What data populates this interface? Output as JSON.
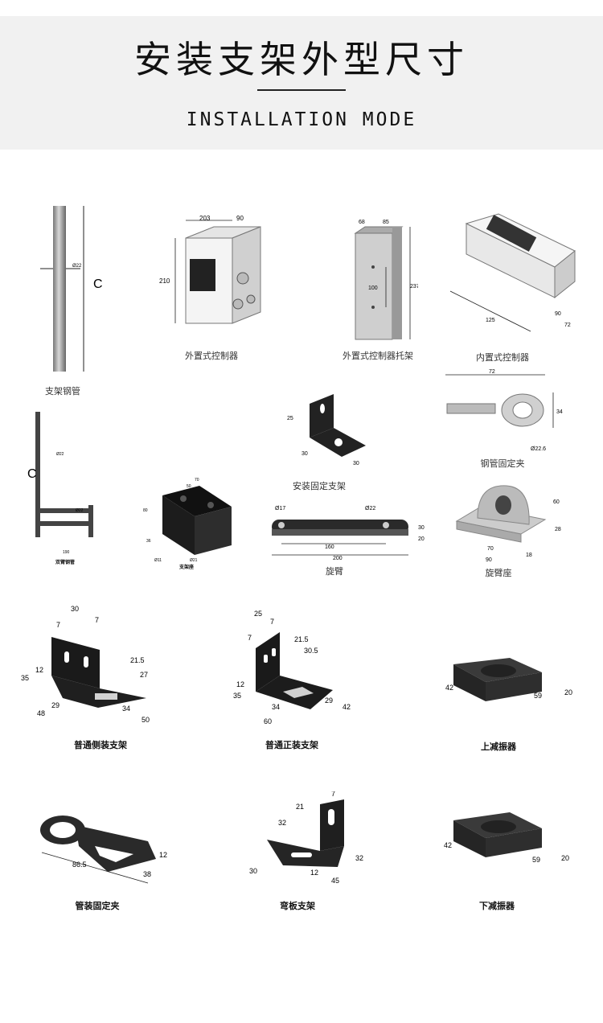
{
  "header": {
    "title": "安装支架外型尺寸",
    "subtitle": "INSTALLATION MODE"
  },
  "colors": {
    "header_bg": "#f1f1f1",
    "dark_part": "#2a2a2a",
    "steel": "#9a9a9a"
  },
  "items": {
    "steel_pipe": {
      "caption": "支架钢管",
      "label_c": "C",
      "dim_d": "Ø22"
    },
    "ext_controller": {
      "caption": "外置式控制器",
      "w": "203",
      "d": "90",
      "h": "210"
    },
    "ext_bracket": {
      "caption": "外置式控制器托架",
      "w1": "68",
      "w2": "85",
      "h": "237",
      "hole": "100"
    },
    "int_controller": {
      "caption": "内置式控制器",
      "l": "125",
      "h": "72",
      "d": "90"
    },
    "mount_bracket": {
      "caption": "安装固定支架",
      "h": "25",
      "d1": "30",
      "d2": "30"
    },
    "pipe_clamp": {
      "caption": "钢管固定夹",
      "w": "72",
      "h": "34",
      "hole": "Ø22.6"
    },
    "double_pipe": {
      "caption": "双臂钢管",
      "label_c": "C",
      "d1": "Ø22",
      "d2": "Ø22",
      "w": "190"
    },
    "bracket_seat": {
      "caption": "支架座",
      "w": "70",
      "w2": "50",
      "h": "80",
      "h2": "36",
      "hole1": "Ø11",
      "hole2": "Ø21"
    },
    "rotary_arm": {
      "caption": "旋臂",
      "h1": "Ø17",
      "h2": "Ø22",
      "l1": "160",
      "l2": "200",
      "t1": "30",
      "t2": "20"
    },
    "arm_seat": {
      "caption": "旋臂座",
      "h": "60",
      "h2": "28",
      "w1": "70",
      "w2": "90",
      "t": "18"
    },
    "side_bracket": {
      "caption": "普通侧装支架",
      "w": "30",
      "s1": "7",
      "s2": "7",
      "h1": "35",
      "h2": "12",
      "d1": "21.5",
      "d2": "27",
      "b1": "48",
      "b2": "29",
      "b3": "34",
      "b4": "50"
    },
    "front_bracket": {
      "caption": "普通正装支架",
      "w1": "25",
      "s1": "7",
      "s2": "7",
      "d1": "21.5",
      "d2": "30.5",
      "h1": "12",
      "h2": "35",
      "b1": "34",
      "b2": "29",
      "b3": "42",
      "b4": "60"
    },
    "upper_damper": {
      "caption": "上减振器",
      "l": "42",
      "w": "59",
      "h": "20"
    },
    "tube_clamp": {
      "caption": "管装固定夹",
      "l": "86.5",
      "w": "38",
      "h": "12"
    },
    "bend_bracket": {
      "caption": "弯板支架",
      "h1": "21",
      "s": "7",
      "w1": "32",
      "h2": "32",
      "d1": "30",
      "d2": "12",
      "l": "45"
    },
    "lower_damper": {
      "caption": "下减振器",
      "l": "42",
      "w": "59",
      "h": "20"
    }
  }
}
